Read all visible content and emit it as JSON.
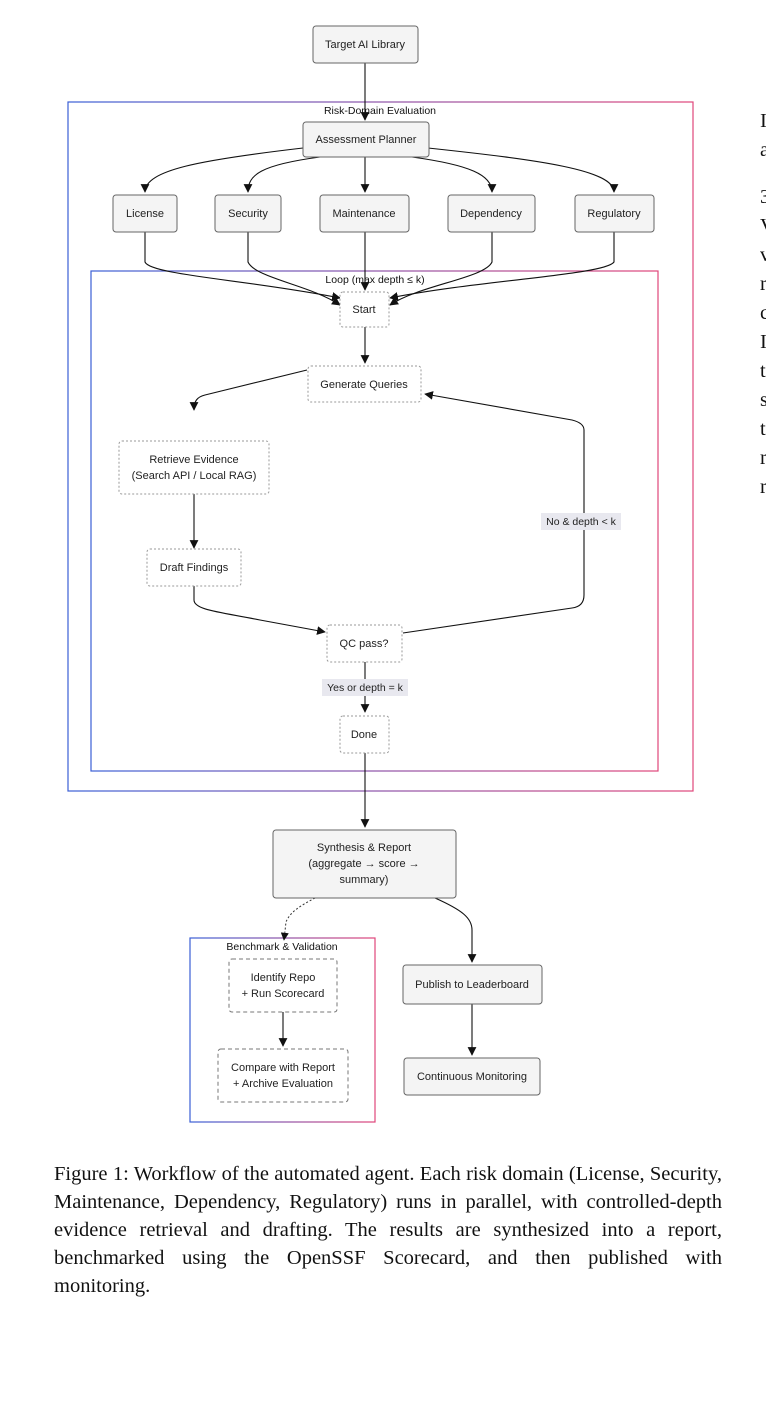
{
  "diagram": {
    "top": {
      "target": "Target AI Library"
    },
    "groups": {
      "risk": "Risk-Domain Evaluation",
      "loop": "Loop (max depth ≤ k)",
      "bench": "Benchmark & Validation"
    },
    "nodes": {
      "planner": "Assessment Planner",
      "domains": [
        "License",
        "Security",
        "Maintenance",
        "Dependency",
        "Regulatory"
      ],
      "start": "Start",
      "generate": "Generate Queries",
      "retrieve": [
        "Retrieve Evidence",
        "(Search API / Local RAG)"
      ],
      "draft": "Draft Findings",
      "qc": "QC pass?",
      "done": "Done",
      "synthesis": [
        "Synthesis & Report",
        "(aggregate → score →",
        "summary)"
      ],
      "identify": [
        "Identify Repo",
        "+ Run Scorecard"
      ],
      "compare": [
        "Compare with Report",
        "+ Archive Evaluation"
      ],
      "publish": "Publish to Leaderboard",
      "monitor": "Continuous Monitoring"
    },
    "edge_labels": {
      "no": "No & depth < k",
      "yes": "Yes or depth = k"
    }
  },
  "caption": "Figure 1: Workflow of the automated agent. Each risk domain (License, Security, Maintenance, Dependency, Regulatory) runs in parallel, with controlled-depth evidence retrieval and drafting. The results are synthesized into a report, benchmarked using the OpenSSF Scorecard, and then published with monitoring.",
  "side_text": [
    "I",
    "a",
    "3",
    "V",
    "v",
    "r",
    "c",
    "I",
    "t",
    "s",
    "t",
    "r",
    "r"
  ]
}
